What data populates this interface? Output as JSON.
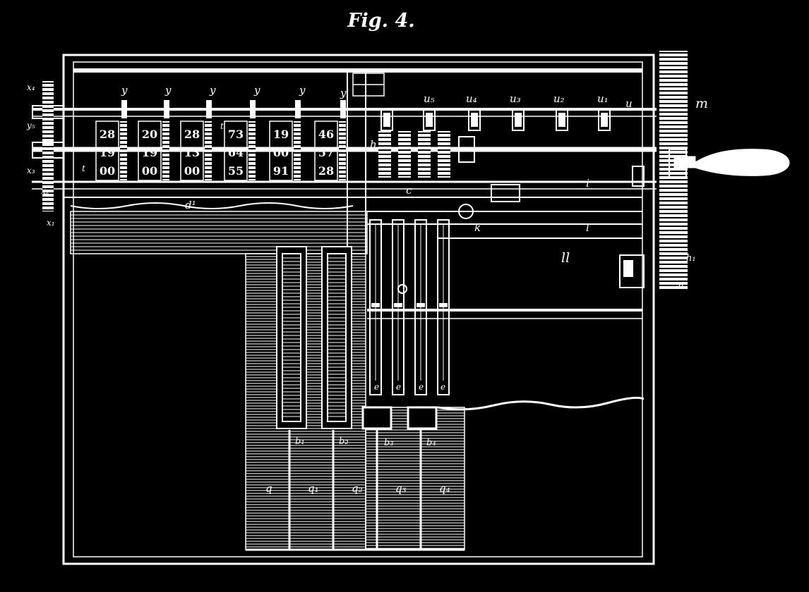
{
  "figure": {
    "title": "Fig. 4.",
    "colors": {
      "background": "#000000",
      "ink": "#ffffff"
    }
  },
  "labels": {
    "y": "y",
    "y_prime": "y'",
    "m": "m",
    "u5": "u₅",
    "u4": "u₄",
    "u3": "u₃",
    "u2": "u₂",
    "u1": "u₁",
    "u": "u",
    "x4": "x₄",
    "x3": "x₃",
    "x2": "x₂",
    "x1": "x₁",
    "y5": "y₅",
    "t": "t",
    "d1": "d¹",
    "c": "c",
    "i": "i",
    "l": "l",
    "ll": "ll",
    "k": "k",
    "h": "h",
    "h1": "h₁",
    "n1": "n'",
    "e": "e",
    "b1": "b₁",
    "b2": "b₂",
    "b3": "b₃",
    "b4": "b₄",
    "q1": "q",
    "q2": "q₁",
    "q3": "q₂",
    "q4": "q₃",
    "q5": "q₄"
  },
  "digit_wheels": [
    [
      "28",
      "19",
      "00"
    ],
    [
      "20",
      "19",
      "00"
    ],
    [
      "28",
      "13",
      "00"
    ],
    [
      "73",
      "64",
      "55"
    ],
    [
      "19",
      "00",
      "91"
    ],
    [
      "46",
      "57",
      "28"
    ]
  ]
}
